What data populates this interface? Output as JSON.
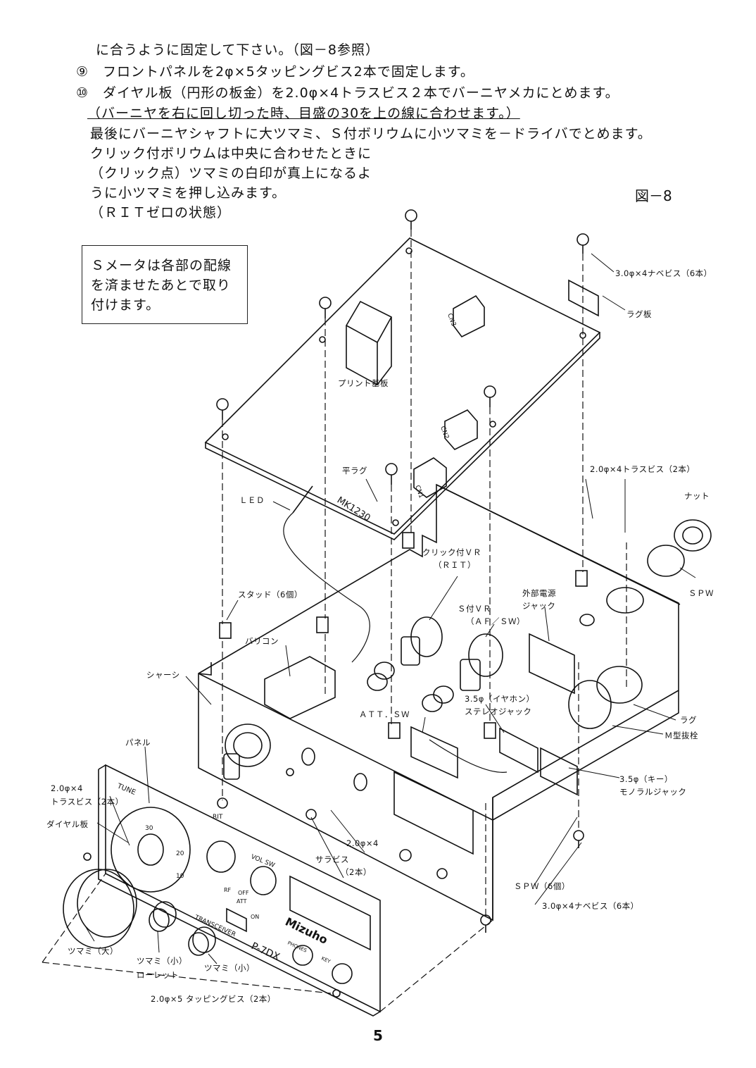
{
  "instructions": {
    "l1": "に合うように固定して下さい。（図－8参照）",
    "l2": "⑨　フロントパネルを2φ×5タッピングビス2本で固定します。",
    "l3": "⑩　ダイヤル板（円形の板金）を2.0φ×4トラスビス２本でバーニヤメカにとめます。",
    "l4": "（バーニヤを右に回し切った時、目盛の30を上の線に合わせます。）",
    "l5": "最後にバーニヤシャフトに大ツマミ、Ｓ付ボリウムに小ツマミを－ドライバでとめます。",
    "l6": "クリック付ボリウムは中央に合わせたときに",
    "l7": "（クリック点）ツマミの白印が真上になるよ",
    "l8": "うに小ツマミを押し込みます。",
    "l9": "（ＲＩＴゼロの状態）"
  },
  "figure_title": "図－8",
  "note": {
    "line1": "Ｓメータは各部の配線",
    "line2": "を済ませたあとで取り",
    "line3": "付けます。"
  },
  "labels": {
    "screw_top": "3.0φ×4ナベビス（6本）",
    "lug_plate": "ラグ板",
    "pcb": "プリント基板",
    "cn3": "CN3",
    "cn2": "CN2",
    "cn1": "CN1",
    "pcb_name": "MK1230",
    "flat_lug": "平ラグ",
    "led": "ＬＥＤ",
    "truss_2": "2.0φ×4トラスビス（2本）",
    "nut": "ナット",
    "spw": "ＳＰＷ",
    "click_vr": "クリック付ＶＲ",
    "click_vr_sub": "（ＲＩＴ）",
    "ext_power_1": "外部電源",
    "ext_power_2": "ジャック",
    "s_vr": "Ｓ付ＶＲ",
    "s_vr_sub": "（ＡＦ／ＳＷ）",
    "stud": "スタッド（6個）",
    "varicon": "バリコン",
    "chassis": "シャーシ",
    "lug": "ラグ",
    "earphone_1": "3.5φ（イヤホン）",
    "earphone_2": "ステレオジャック",
    "att_sw": "ＡＴＴ．ＳＷ",
    "m_plug": "Ｍ型抜栓",
    "panel": "パネル",
    "key_1": "3.5φ（キー）",
    "key_2": "モノラルジャック",
    "truss_left_1": "2.0φ×4",
    "truss_left_2": "トラスビス（2本）",
    "dial_plate": "ダイヤル板",
    "sara_1": "2.0φ×4",
    "sara_2": "サラビス",
    "sara_3": "（2本）",
    "spw6": "ＳＰＷ（6個）",
    "screw_bottom": "3.0φ×4ナベビス（6本）",
    "knob_large": "ツマミ（大）",
    "knob_small_1": "ツマミ（小）",
    "knob_small_2": "ローレット",
    "knob_small": "ツマミ（小）",
    "tapping": "2.0φ×5 タッピングビス（2本）",
    "brand": "Mizuho",
    "model": "P-7DX",
    "tune": "TUNE",
    "rit": "RIT",
    "vol": "VOL SW",
    "off": "OFF",
    "rf": "RF",
    "att": "ATT",
    "on": "ON",
    "trans": "TRANSCEIVER",
    "phones": "PHONES",
    "key": "KEY",
    "d30": "30",
    "d20": "20",
    "d10": "10"
  },
  "page_number": "5"
}
